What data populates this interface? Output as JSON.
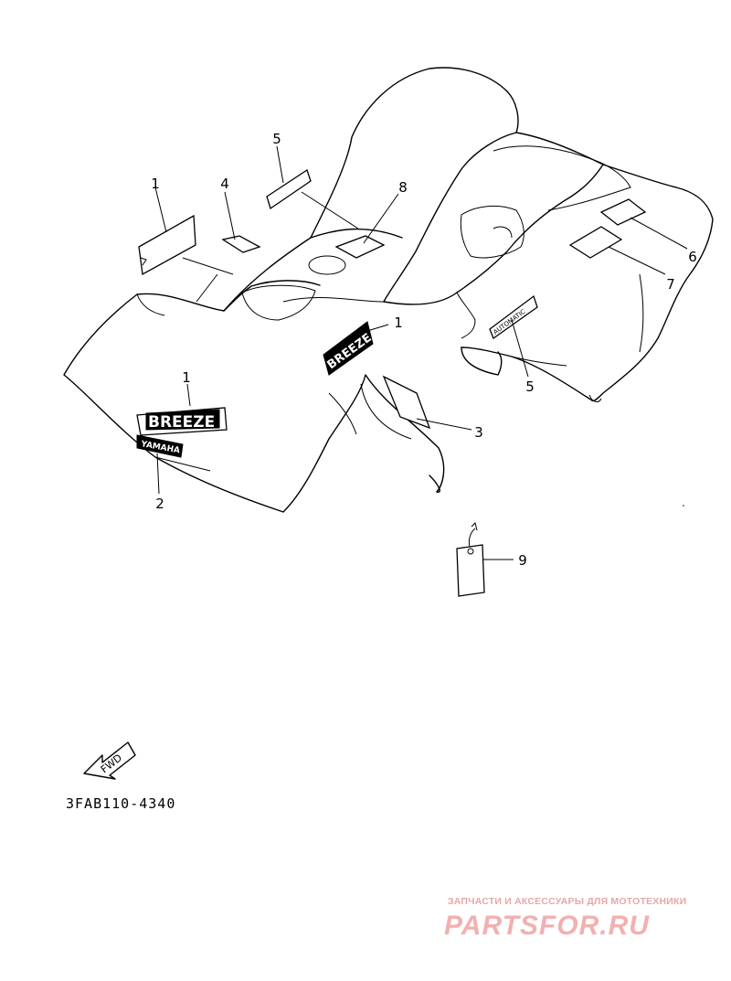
{
  "diagram": {
    "part_code": "3FAB110-4340",
    "fwd_label": "FWD",
    "callouts": [
      {
        "id": "c1a",
        "label": "1"
      },
      {
        "id": "c4",
        "label": "4"
      },
      {
        "id": "c5a",
        "label": "5"
      },
      {
        "id": "c8",
        "label": "8"
      },
      {
        "id": "c6",
        "label": "6"
      },
      {
        "id": "c7",
        "label": "7"
      },
      {
        "id": "c1b",
        "label": "1"
      },
      {
        "id": "c5b",
        "label": "5"
      },
      {
        "id": "c1c",
        "label": "1"
      },
      {
        "id": "c3",
        "label": "3"
      },
      {
        "id": "c2",
        "label": "2"
      },
      {
        "id": "c9",
        "label": "9"
      }
    ],
    "stickers": {
      "breeze_side": "BREEZE",
      "breeze_front": "BREEZE",
      "yamaha_front": "YAMAHA",
      "automatic_side": "AUTOMATIC"
    }
  },
  "watermark": {
    "tagline": "ЗАПЧАСТИ И АКСЕССУАРЫ ДЛЯ МОТОТЕХНИКИ",
    "logo": "PARTSFOR.RU"
  }
}
